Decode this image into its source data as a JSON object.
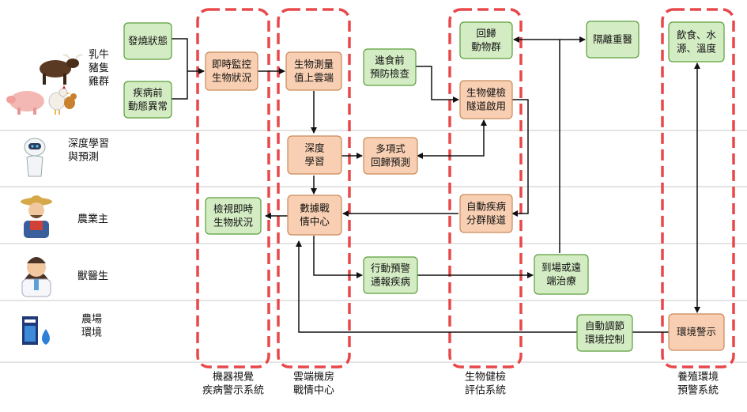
{
  "lanes": [
    {
      "id": "animals",
      "lines": [
        "乳牛",
        "豬隻",
        "雞群"
      ]
    },
    {
      "id": "deep-learning",
      "lines": [
        "深度學習",
        "與預測"
      ]
    },
    {
      "id": "farmer",
      "lines": [
        "農業主"
      ]
    },
    {
      "id": "vet",
      "lines": [
        "獸醫生"
      ]
    },
    {
      "id": "farm-env",
      "lines": [
        "農場",
        "環境"
      ]
    }
  ],
  "groups": [
    {
      "id": "machine-vision",
      "lines": [
        "機器視覺",
        "疾病警示系統"
      ]
    },
    {
      "id": "cloud",
      "lines": [
        "雲端機房",
        "戰情中心"
      ]
    },
    {
      "id": "biosafety",
      "lines": [
        "生物健檢",
        "評估系統"
      ]
    },
    {
      "id": "env-warning",
      "lines": [
        "養殖環境",
        "預警系統"
      ]
    }
  ],
  "nodes": [
    {
      "id": "fever",
      "lines": [
        "發燒狀態"
      ],
      "color": "green"
    },
    {
      "id": "behavior",
      "lines": [
        "疾病前",
        "動態異常"
      ],
      "color": "green"
    },
    {
      "id": "monitor",
      "lines": [
        "即時監控",
        "生物狀況"
      ],
      "color": "orange"
    },
    {
      "id": "upload",
      "lines": [
        "生物測量",
        "值上雲端"
      ],
      "color": "orange"
    },
    {
      "id": "precheck",
      "lines": [
        "進食前",
        "預防檢查"
      ],
      "color": "green"
    },
    {
      "id": "return",
      "lines": [
        "回歸",
        "動物群"
      ],
      "color": "green"
    },
    {
      "id": "tunnel",
      "lines": [
        "生物健檢",
        "隧道啟用"
      ],
      "color": "orange"
    },
    {
      "id": "isolate",
      "lines": [
        "隔離重醫"
      ],
      "color": "green"
    },
    {
      "id": "env-params",
      "lines": [
        "飲食、水",
        "源、溫度"
      ],
      "color": "green"
    },
    {
      "id": "deeplearn",
      "lines": [
        "深度",
        "學習"
      ],
      "color": "orange"
    },
    {
      "id": "regression",
      "lines": [
        "多項式",
        "回歸預測"
      ],
      "color": "orange"
    },
    {
      "id": "view",
      "lines": [
        "檢視即時",
        "生物狀況"
      ],
      "color": "green"
    },
    {
      "id": "warroom",
      "lines": [
        "數據戰",
        "情中心"
      ],
      "color": "orange"
    },
    {
      "id": "sort",
      "lines": [
        "自動疾病",
        "分群隧道"
      ],
      "color": "orange"
    },
    {
      "id": "notify",
      "lines": [
        "行動預警",
        "通報疾病"
      ],
      "color": "green"
    },
    {
      "id": "treat",
      "lines": [
        "到場或遠",
        "端治療"
      ],
      "color": "green"
    },
    {
      "id": "envctrl",
      "lines": [
        "自動調節",
        "環境控制"
      ],
      "color": "green"
    },
    {
      "id": "envalert",
      "lines": [
        "環境警示"
      ],
      "color": "orange"
    }
  ],
  "colors": {
    "green_fill": "#d4ecc4",
    "green_stroke": "#5a9e3a",
    "orange_fill": "#f8cfb2",
    "orange_stroke": "#c98a5a",
    "group_stroke": "#e8484a",
    "arrow": "#111111",
    "lane_line": "#c8c8c8"
  },
  "icons": [
    "cow-icon",
    "pig-icon",
    "chicken-icon",
    "robot-icon",
    "farmer-icon",
    "doctor-icon",
    "water-tank-icon"
  ]
}
